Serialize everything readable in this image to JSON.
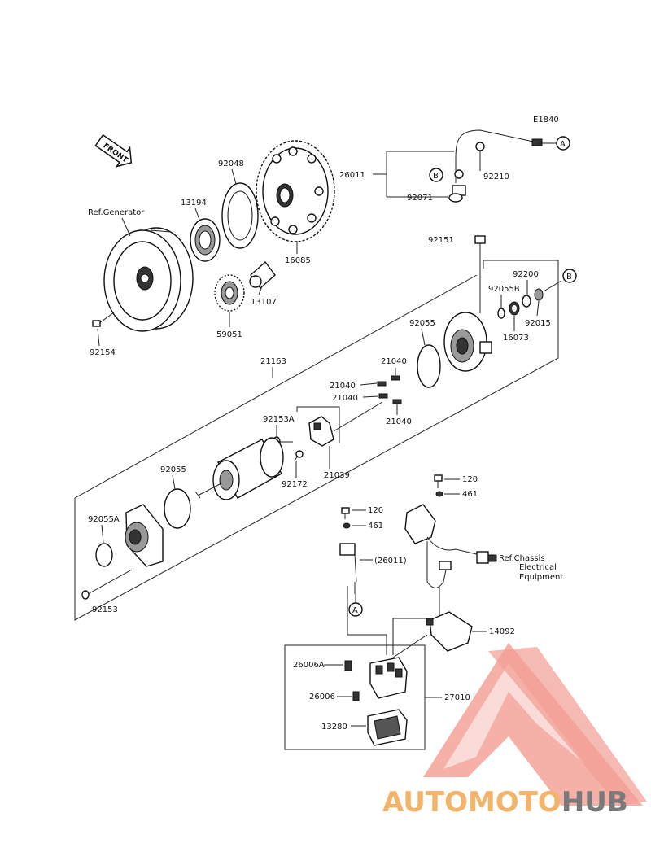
{
  "diagram_code": "E1840",
  "front_label": "FRONT",
  "callouts": {
    "A": "A",
    "B": "B"
  },
  "labels": {
    "p26011": "26011",
    "p92210": "92210",
    "p92071": "92071",
    "p92048": "92048",
    "p13194": "13194",
    "ref_generator": "Ref.Generator",
    "p16085": "16085",
    "p13107": "13107",
    "p59051": "59051",
    "p92154": "92154",
    "p92151": "92151",
    "p92200": "92200",
    "p92055B": "92055B",
    "p16073": "16073",
    "p92015": "92015",
    "p21163": "21163",
    "p92055_top": "92055",
    "p21040_a": "21040",
    "p21040_b": "21040",
    "p21040_c": "21040",
    "p21040_d": "21040",
    "p92153A": "92153A",
    "p21039": "21039",
    "p92172": "92172",
    "p92055_mid": "92055",
    "p92055A": "92055A",
    "p92153": "92153",
    "p120_a": "120",
    "p461_a": "461",
    "p120_b": "120",
    "p461_b": "461",
    "p26011_paren": "(26011)",
    "ref_chassis_1": "Ref.Chassis",
    "ref_chassis_2": "Electrical",
    "ref_chassis_3": "Equipment",
    "p14092": "14092",
    "p26006A": "26006A",
    "p27010": "27010",
    "p26006": "26006",
    "p13280": "13280"
  },
  "watermark": {
    "part1": "AUTOMOTO",
    "part2": "HUB",
    "color_primary": "#f4a39a",
    "color_secondary": "#7a7a7a",
    "color_orange": "#f2b46a"
  }
}
